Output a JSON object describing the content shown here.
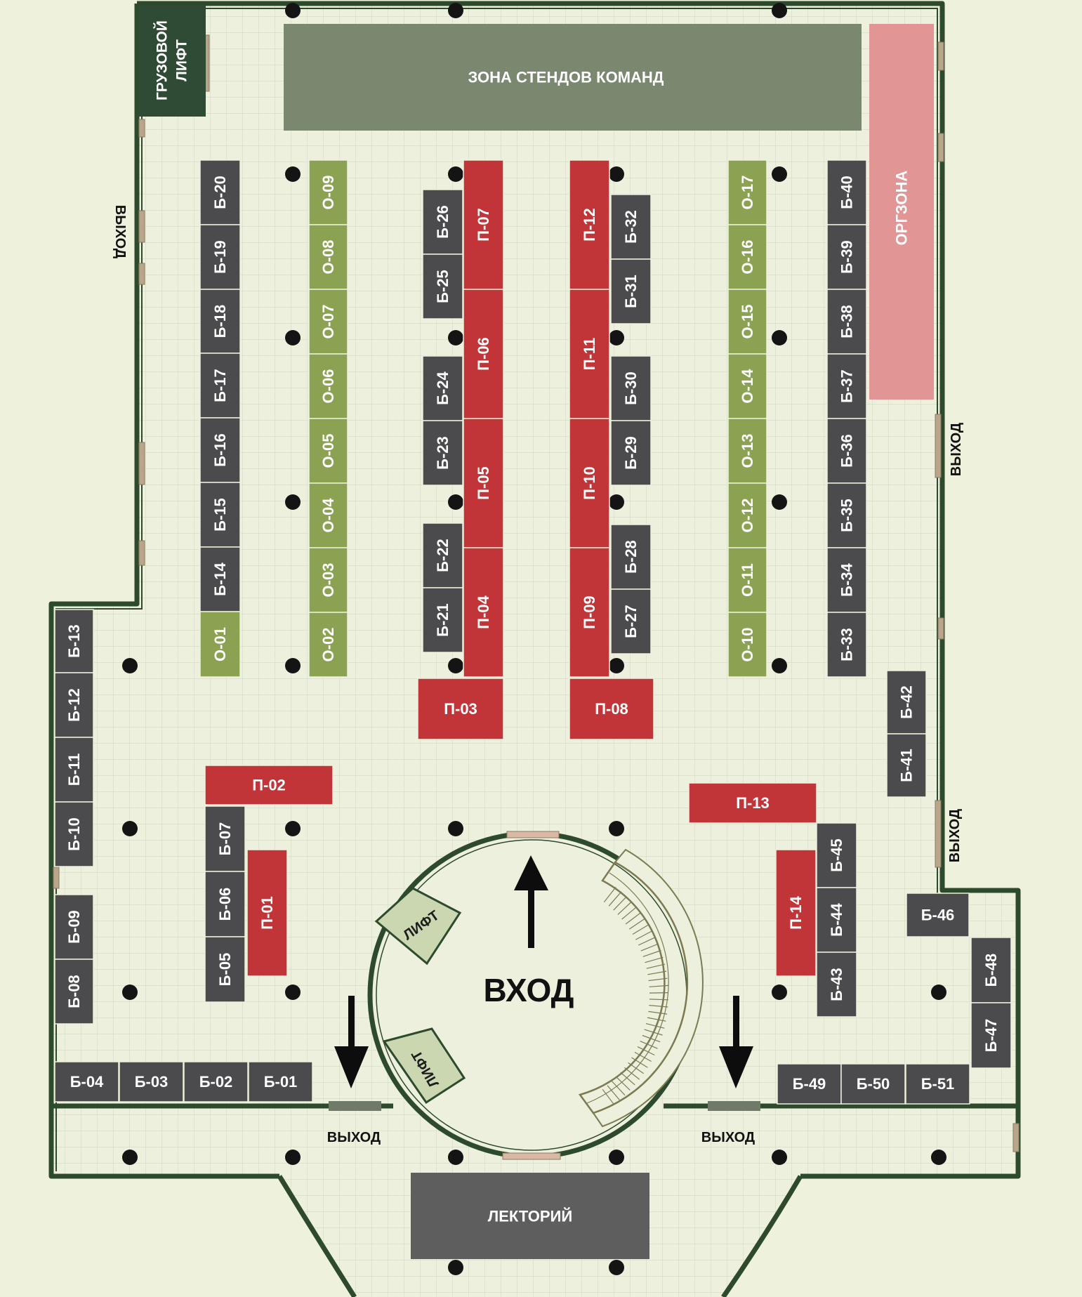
{
  "colors": {
    "background": "#eef1dc",
    "floor": "#edf0dc",
    "grid": "#d3dac6",
    "wall": "#2d4a2d",
    "column": "#141414",
    "booth_b": "#4b4b4d",
    "booth_o": "#8aa252",
    "booth_p": "#c13437",
    "team_zone": "#7a8870",
    "org_zone": "#e29595",
    "freight_lift": "#2f4a35",
    "lecture_hall": "#5e5e5e",
    "lift_fill": "#cbd7b0",
    "stairs": "#7b7a52"
  },
  "zones": {
    "team_zone": "ЗОНА СТЕНДОВ КОМАНД",
    "org_zone": "ОРГЗОНА",
    "freight_lift_line1": "ГРУЗОВОЙ",
    "freight_lift_line2": "ЛИФТ",
    "lecture_hall": "ЛЕКТОРИЙ",
    "entrance": "ВХОД",
    "lift_upper": "ЛИФТ",
    "lift_lower": "ЛИФТ"
  },
  "exits": {
    "left_wall": "ВЫХОД",
    "right_upper": "ВЫХОД",
    "right_lower": "ВЫХОД",
    "bottom_left": "ВЫХОД",
    "bottom_right": "ВЫХОД"
  },
  "booths": {
    "B": [
      "Б-01",
      "Б-02",
      "Б-03",
      "Б-04",
      "Б-05",
      "Б-06",
      "Б-07",
      "Б-08",
      "Б-09",
      "Б-10",
      "Б-11",
      "Б-12",
      "Б-13",
      "Б-14",
      "Б-15",
      "Б-16",
      "Б-17",
      "Б-18",
      "Б-19",
      "Б-20",
      "Б-21",
      "Б-22",
      "Б-23",
      "Б-24",
      "Б-25",
      "Б-26",
      "Б-27",
      "Б-28",
      "Б-29",
      "Б-30",
      "Б-31",
      "Б-32",
      "Б-33",
      "Б-34",
      "Б-35",
      "Б-36",
      "Б-37",
      "Б-38",
      "Б-39",
      "Б-40",
      "Б-41",
      "Б-42",
      "Б-43",
      "Б-44",
      "Б-45",
      "Б-46",
      "Б-47",
      "Б-48",
      "Б-49",
      "Б-50",
      "Б-51"
    ],
    "O": [
      "О-01",
      "О-02",
      "О-03",
      "О-04",
      "О-05",
      "О-06",
      "О-07",
      "О-08",
      "О-09",
      "О-10",
      "О-11",
      "О-12",
      "О-13",
      "О-14",
      "О-15",
      "О-16",
      "О-17"
    ],
    "P": [
      "П-01",
      "П-02",
      "П-03",
      "П-04",
      "П-05",
      "П-06",
      "П-07",
      "П-08",
      "П-09",
      "П-10",
      "П-11",
      "П-12",
      "П-13",
      "П-14"
    ]
  }
}
